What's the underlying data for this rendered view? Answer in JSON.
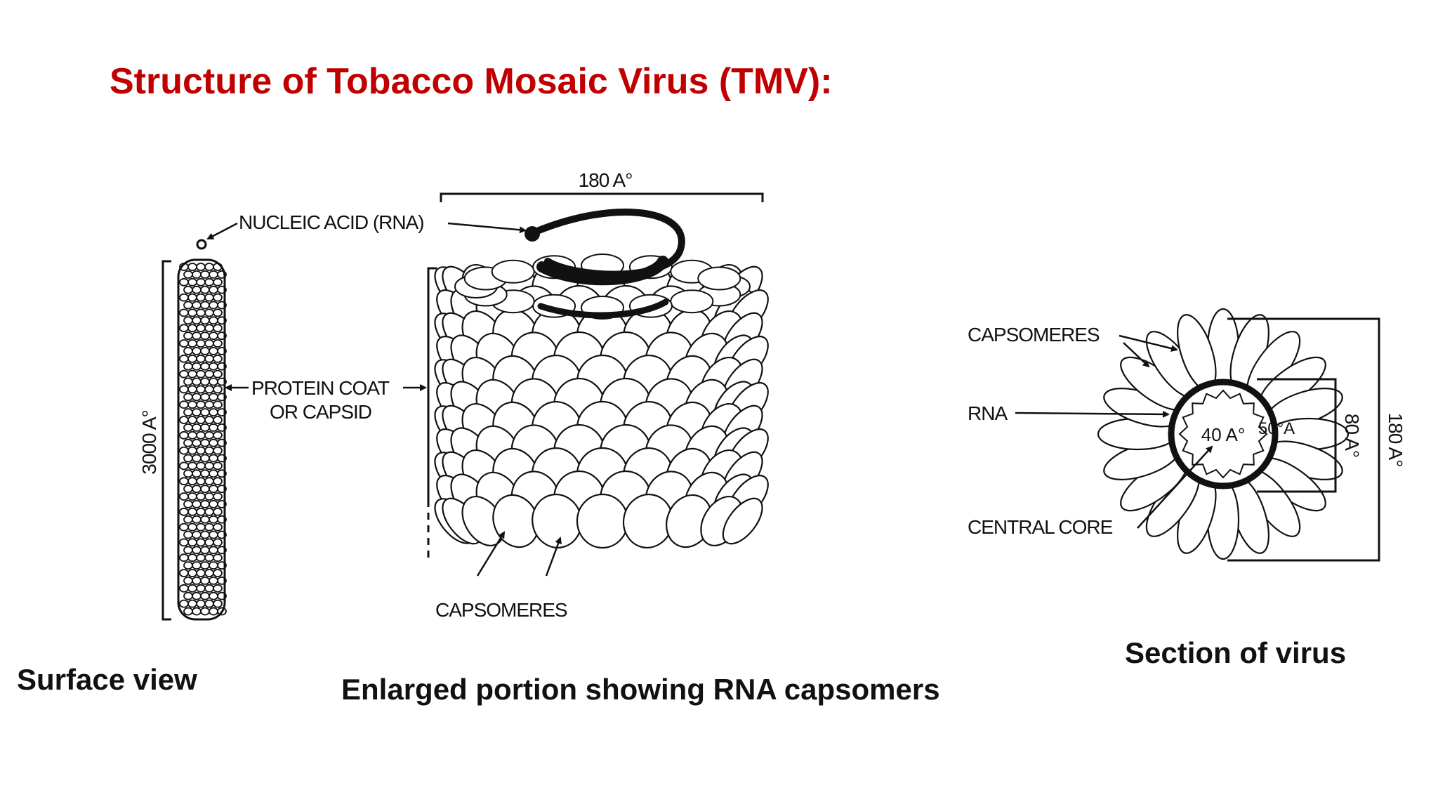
{
  "title": "Structure of Tobacco Mosaic Virus (TMV):",
  "surface": {
    "length_label": "3000 A°",
    "nucleic_acid_label": "NUCLEIC ACID (RNA)",
    "protein_coat_line1": "PROTEIN COAT",
    "protein_coat_line2": "OR CAPSID",
    "caption": "Surface view"
  },
  "enlarged": {
    "width_label": "180 A°",
    "capsomeres_label": "CAPSOMERES",
    "caption": "Enlarged portion showing RNA capsomers"
  },
  "section": {
    "capsomeres_label": "CAPSOMERES",
    "rna_label": "RNA",
    "central_core_label": "CENTRAL CORE",
    "core_diameter_label": "40 A°",
    "rna_label_50": "50°A",
    "inner_diameter_label": "80 A°",
    "outer_diameter_label": "180 A°",
    "caption": "Section of virus"
  }
}
